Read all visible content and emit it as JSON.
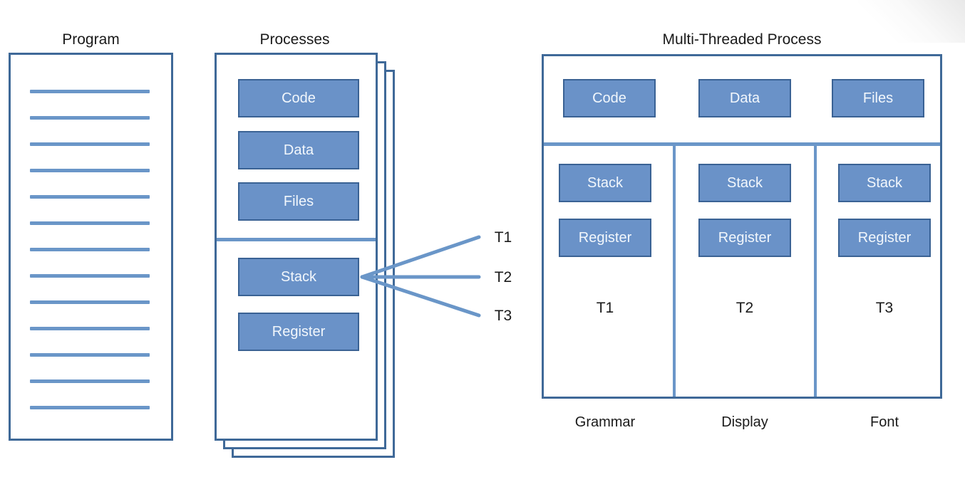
{
  "diagram": {
    "title_program": "Program",
    "title_processes": "Processes",
    "title_multithreaded": "Multi-Threaded Process"
  },
  "program": {
    "label": "Program",
    "line_count": 13
  },
  "process": {
    "label": "Processes",
    "stack_layers": 3,
    "shared_blocks": [
      "Code",
      "Data",
      "Files"
    ],
    "thread_blocks": [
      "Stack",
      "Register"
    ],
    "code": "Code",
    "data": "Data",
    "files": "Files",
    "stack": "Stack",
    "register": "Register"
  },
  "connectors": {
    "t1": "T1",
    "t2": "T2",
    "t3": "T3"
  },
  "multithreaded": {
    "label": "Multi-Threaded Process",
    "shared": {
      "code": "Code",
      "data": "Data",
      "files": "Files"
    },
    "threads": [
      {
        "stack": "Stack",
        "register": "Register",
        "name": "T1",
        "caption": "Grammar"
      },
      {
        "stack": "Stack",
        "register": "Register",
        "name": "T2",
        "caption": "Display"
      },
      {
        "stack": "Stack",
        "register": "Register",
        "name": "T3",
        "caption": "Font"
      }
    ]
  },
  "colors": {
    "block_fill": "#6a92c8",
    "block_border": "#3a6294",
    "frame_border": "#3f6998",
    "rule": "#6a96c8",
    "text_dark": "#1a1a1a",
    "block_text": "#f2f7fc"
  }
}
